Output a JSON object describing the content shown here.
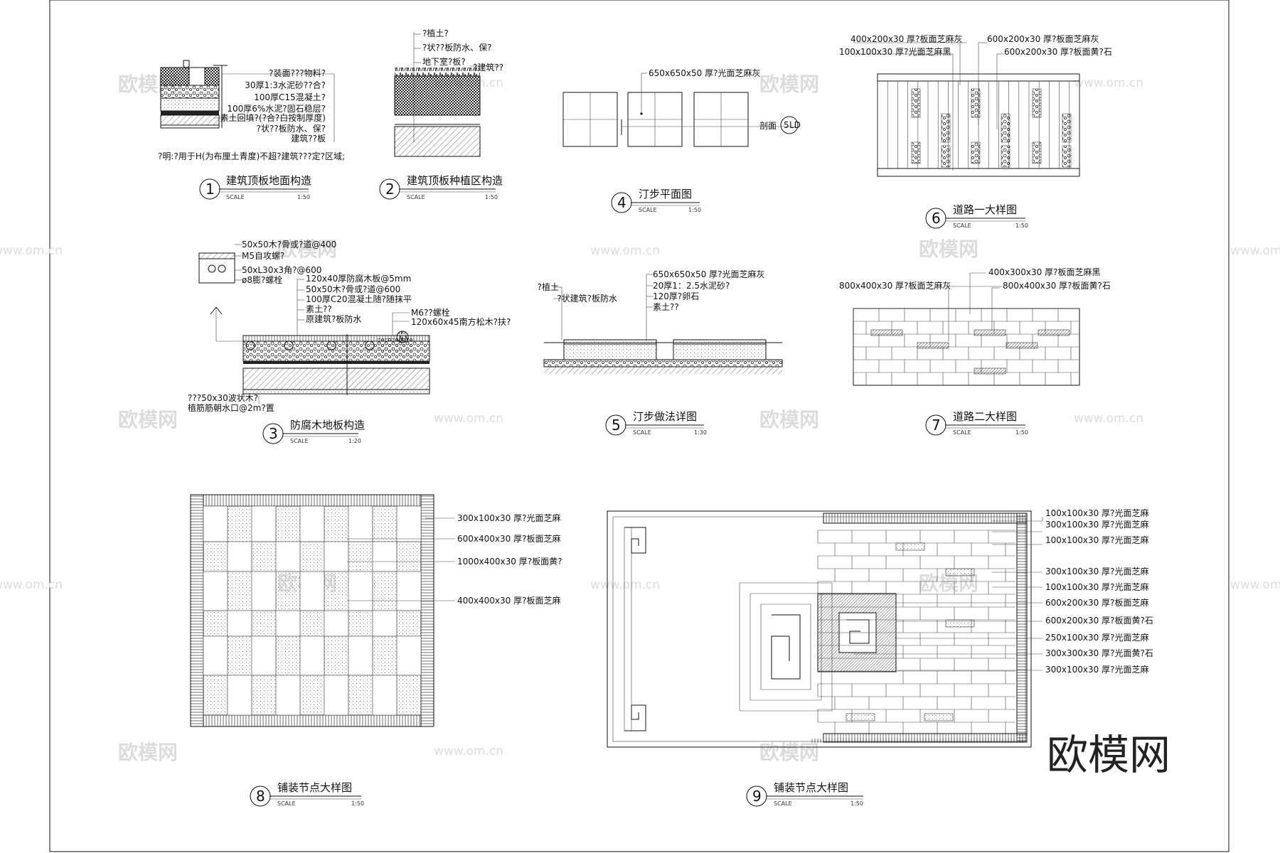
{
  "watermark": {
    "logo": "欧模网",
    "url": "www.om.cn"
  },
  "scale_word": "SCALE",
  "d1": {
    "num": "1",
    "title": "建筑顶板地面构造",
    "scale": "1:50",
    "labels": [
      "?装面???物料?",
      "30厚1:3水泥砂??合?",
      "100厚C15混凝土?",
      "100厚6%水泥?固石稳层?",
      "素土回填?(?合?白按制厚度)",
      "?状??板防水、保?",
      "建筑??板"
    ],
    "note": "?明:?用于H(为布厘土青度)不超?建筑???定?区域;"
  },
  "d2": {
    "num": "2",
    "title": "建筑顶板种植区构造",
    "scale": "1:50",
    "labels": [
      "?植土?",
      "?状??板防水、保?",
      "地下室?板?",
      "?建筑??"
    ]
  },
  "d4": {
    "num": "4",
    "title": "汀步平面图",
    "scale": "1:50",
    "labels": [
      "650x650x50 厚?光面芝麻灰"
    ],
    "section": "剖面",
    "sec_top": "5",
    "sec_bot": "LD"
  },
  "d6": {
    "num": "6",
    "title": "道路一大样图",
    "scale": "1:50",
    "labels": [
      "400x200x30 厚?板面芝麻灰",
      "600x200x30 厚?板面芝麻灰",
      "100x100x30 厚?光面芝麻黑",
      "600x200x30 厚?板面黄?石"
    ]
  },
  "d3": {
    "num": "3",
    "title": "防腐木地板构造",
    "scale": "1:20",
    "labels": [
      "50x50木?骨或?道@400",
      "M5自攻螺?",
      "50xL30x3角?@600",
      "ø8膨?螺栓",
      "120x40厚防腐木板@5mm",
      "50x50木?骨或?道@600",
      "100厚C20混凝土随?随抹平",
      "素土??",
      "原建筑?板防水",
      "M6??螺栓",
      "120x60x45南方松木?扶?"
    ],
    "bottom": [
      "???50x30波状木?",
      "植筋筋朝水口@2m?置"
    ]
  },
  "d5": {
    "num": "5",
    "title": "汀步做法详图",
    "scale": "1:30",
    "left": [
      "?植土",
      "?状建筑?板防水"
    ],
    "right": [
      "650x650x50 厚?光面芝麻灰",
      "20厚1：2.5水泥砂?",
      "120厚?卵石",
      "素土??"
    ]
  },
  "d7": {
    "num": "7",
    "title": "道路二大样图",
    "scale": "1:50",
    "labels": [
      "400x300x30 厚?板面芝麻黑",
      "800x400x30 厚?板面芝麻灰",
      "800x400x30 厚?板面黄?石"
    ]
  },
  "d8": {
    "num": "8",
    "title": "铺装节点大样图",
    "scale": "1:50",
    "labels": [
      "300x100x30 厚?光面芝麻",
      "600x400x30 厚?板面芝麻",
      "1000x400x30 厚?板面黄?",
      "400x400x30 厚?板面芝麻"
    ]
  },
  "d9": {
    "num": "9",
    "title": "铺装节点大样图",
    "scale": "1:50",
    "labels": [
      "100x100x30 厚?光面芝麻",
      "300x100x30 厚?光面芝麻",
      "100x100x30 厚?光面芝麻",
      "300x100x30 厚?光面芝麻",
      "100x100x30 厚?光面芝麻",
      "600x200x30 厚?板面芝麻",
      "600x200x30 厚?板面黄?石",
      "250x100x30 厚?光面芝麻",
      "300x300x30 厚?光面黄?石",
      "300x100x30 厚?光面芝麻"
    ]
  }
}
